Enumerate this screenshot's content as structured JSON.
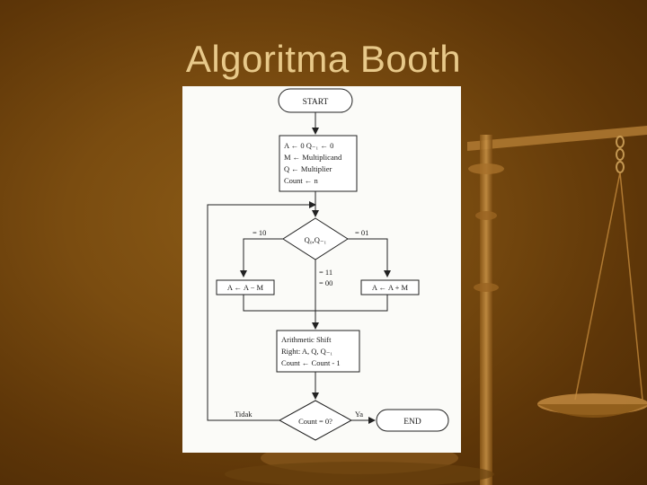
{
  "slide": {
    "title": "Algoritma Booth"
  },
  "flowchart": {
    "start_label": "START",
    "init_lines": [
      "A ← 0 Q₋₁ ← 0",
      "M ← Multiplicand",
      "Q ← Multiplier",
      "Count ← n"
    ],
    "decision1_label": "Q₀,Q₋₁",
    "branch_left_label": "= 10",
    "branch_right_label": "= 01",
    "branch_mid_label_1": "= 11",
    "branch_mid_label_2": "= 00",
    "subtract_label": "A ← A − M",
    "add_label": "A ← A + M",
    "shift_lines": [
      "Arithmetic Shift",
      "Right: A, Q, Q₋₁",
      "Count ← Count - 1"
    ],
    "decision2_label": "Count = 0?",
    "no_label": "Tidak",
    "yes_label": "Ya",
    "end_label": "END"
  },
  "colors": {
    "title": "#e8c98a",
    "background": "#7a4c10"
  }
}
